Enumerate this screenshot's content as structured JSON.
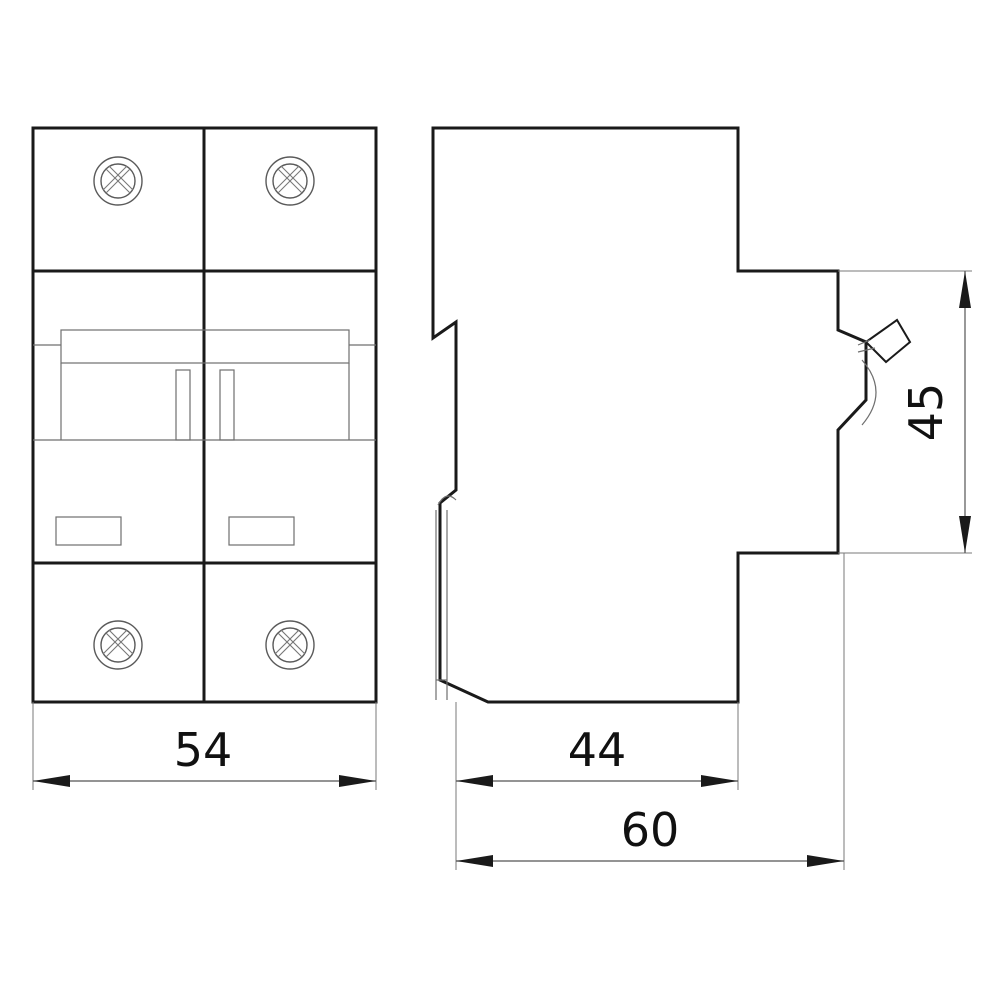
{
  "dimensions": {
    "front_width": "54",
    "body_depth": "44",
    "total_depth": "60",
    "center_height": "45"
  }
}
